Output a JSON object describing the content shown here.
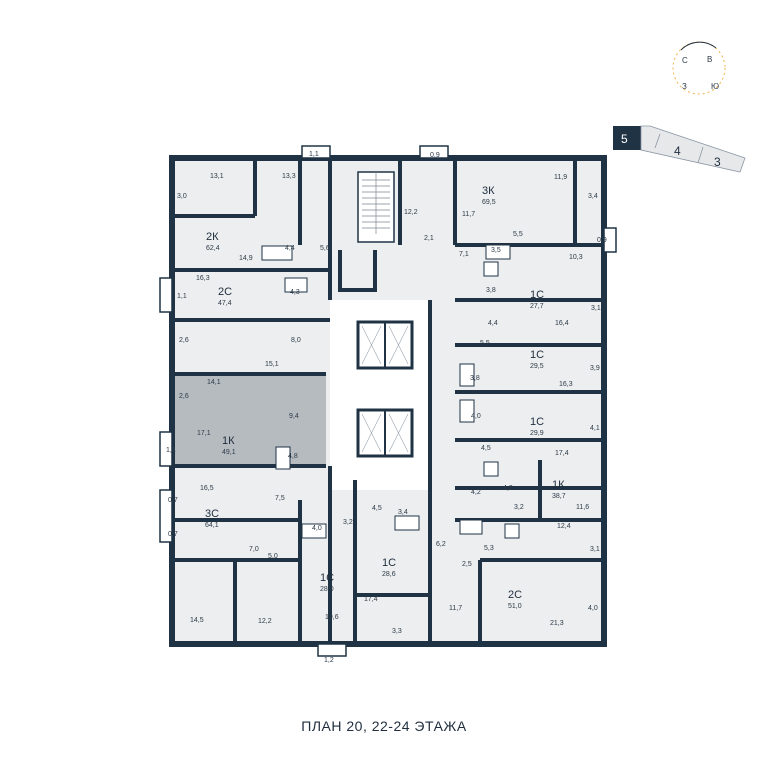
{
  "title": "ПЛАН 20, 22-24 ЭТАЖА",
  "compass": {
    "n": "С",
    "e": "В",
    "s": "Ю",
    "w": "З"
  },
  "sections": [
    "5",
    "4",
    "3"
  ],
  "apartments": [
    {
      "type": "2К",
      "area": "62,4"
    },
    {
      "type": "2С",
      "area": "47,4"
    },
    {
      "type": "1К",
      "area": "49,1"
    },
    {
      "type": "3С",
      "area": "64,1"
    },
    {
      "type": "1С",
      "area": "28,0"
    },
    {
      "type": "1С",
      "area": "28,6"
    },
    {
      "type": "3К",
      "area": "69,5"
    },
    {
      "type": "1С",
      "area": "27,7"
    },
    {
      "type": "1С",
      "area": "29,5"
    },
    {
      "type": "1С",
      "area": "29,9"
    },
    {
      "type": "1К",
      "area": "38,7"
    },
    {
      "type": "2С",
      "area": "51,0"
    }
  ],
  "rooms": [
    "13,1",
    "3,0",
    "13,3",
    "1,1",
    "14,9",
    "4,4",
    "5,6",
    "16,3",
    "1,1",
    "4,3",
    "2,6",
    "8,0",
    "15,1",
    "14,1",
    "2,6",
    "9,4",
    "17,1",
    "1,1",
    "4,8",
    "16,5",
    "0,7",
    "0,7",
    "7,5",
    "7,0",
    "4,0",
    "5,0",
    "3,2",
    "14,5",
    "12,2",
    "19,6",
    "1,2",
    "4,5",
    "3,4",
    "17,4",
    "3,3",
    "0,9",
    "12,2",
    "2,1",
    "11,7",
    "7,1",
    "3,5",
    "5,5",
    "11,9",
    "3,4",
    "0,9",
    "10,3",
    "3,8",
    "3,1",
    "4,4",
    "16,4",
    "5,5",
    "3,8",
    "3,9",
    "16,3",
    "4,0",
    "4,1",
    "4,5",
    "17,4",
    "4,2",
    "4,2",
    "3,2",
    "11,6",
    "12,4",
    "6,2",
    "5,3",
    "3,1",
    "2,5",
    "11,7",
    "21,3",
    "4,0"
  ]
}
